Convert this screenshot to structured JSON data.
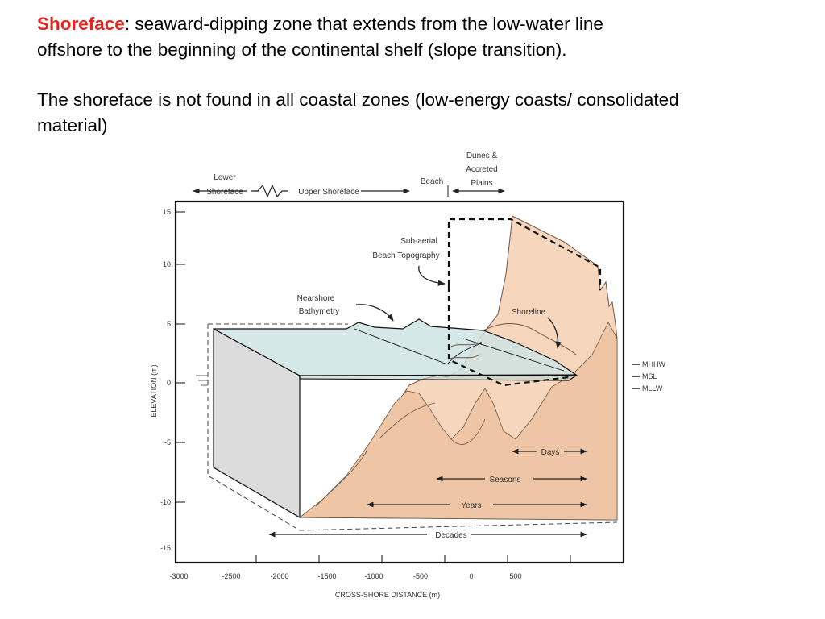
{
  "text": {
    "term": "Shoreface",
    "definition": ": seaward-dipping zone that extends from the low-water line",
    "definition_cont": "offshore to the beginning of the continental shelf (slope transition).",
    "note_line1": "The shoreface is not found in all coastal zones (low-energy coasts/ consolidated",
    "note_line2": "material)"
  },
  "figure": {
    "zones": {
      "lower_shoreface_1": "Lower",
      "lower_shoreface_2": "Shoreface",
      "upper_shoreface": "Upper Shoreface",
      "beach": "Beach",
      "dunes_1": "Dunes &",
      "dunes_2": "Accreted",
      "dunes_3": "Plains"
    },
    "annotations": {
      "subaerial_1": "Sub-aerial",
      "subaerial_2": "Beach Topography",
      "nearshore_1": "Nearshore",
      "nearshore_2": "Bathymetry",
      "shoreline": "Shoreline",
      "days": "Days",
      "seasons": "Seasons",
      "years": "Years",
      "decades": "Decades"
    },
    "tide_levels": [
      "MHHW",
      "MSL",
      "MLLW"
    ],
    "y_axis": {
      "label": "ELEVATION (m)",
      "ticks": [
        "15",
        "10",
        "5",
        "0",
        "-5",
        "-10",
        "-15"
      ]
    },
    "x_axis": {
      "label": "CROSS-SHORE DISTANCE (m)",
      "ticks": [
        "-3000",
        "-2500",
        "-2000",
        "-1500",
        "-1000",
        "-500",
        "0",
        "500"
      ]
    },
    "colors": {
      "sand": "#f6d7bd",
      "sand_dark": "#e7b995",
      "water": "#cfe3e3",
      "water_side": "#b9d2d2",
      "frame": "#111111",
      "accent": "#e8231f"
    }
  }
}
